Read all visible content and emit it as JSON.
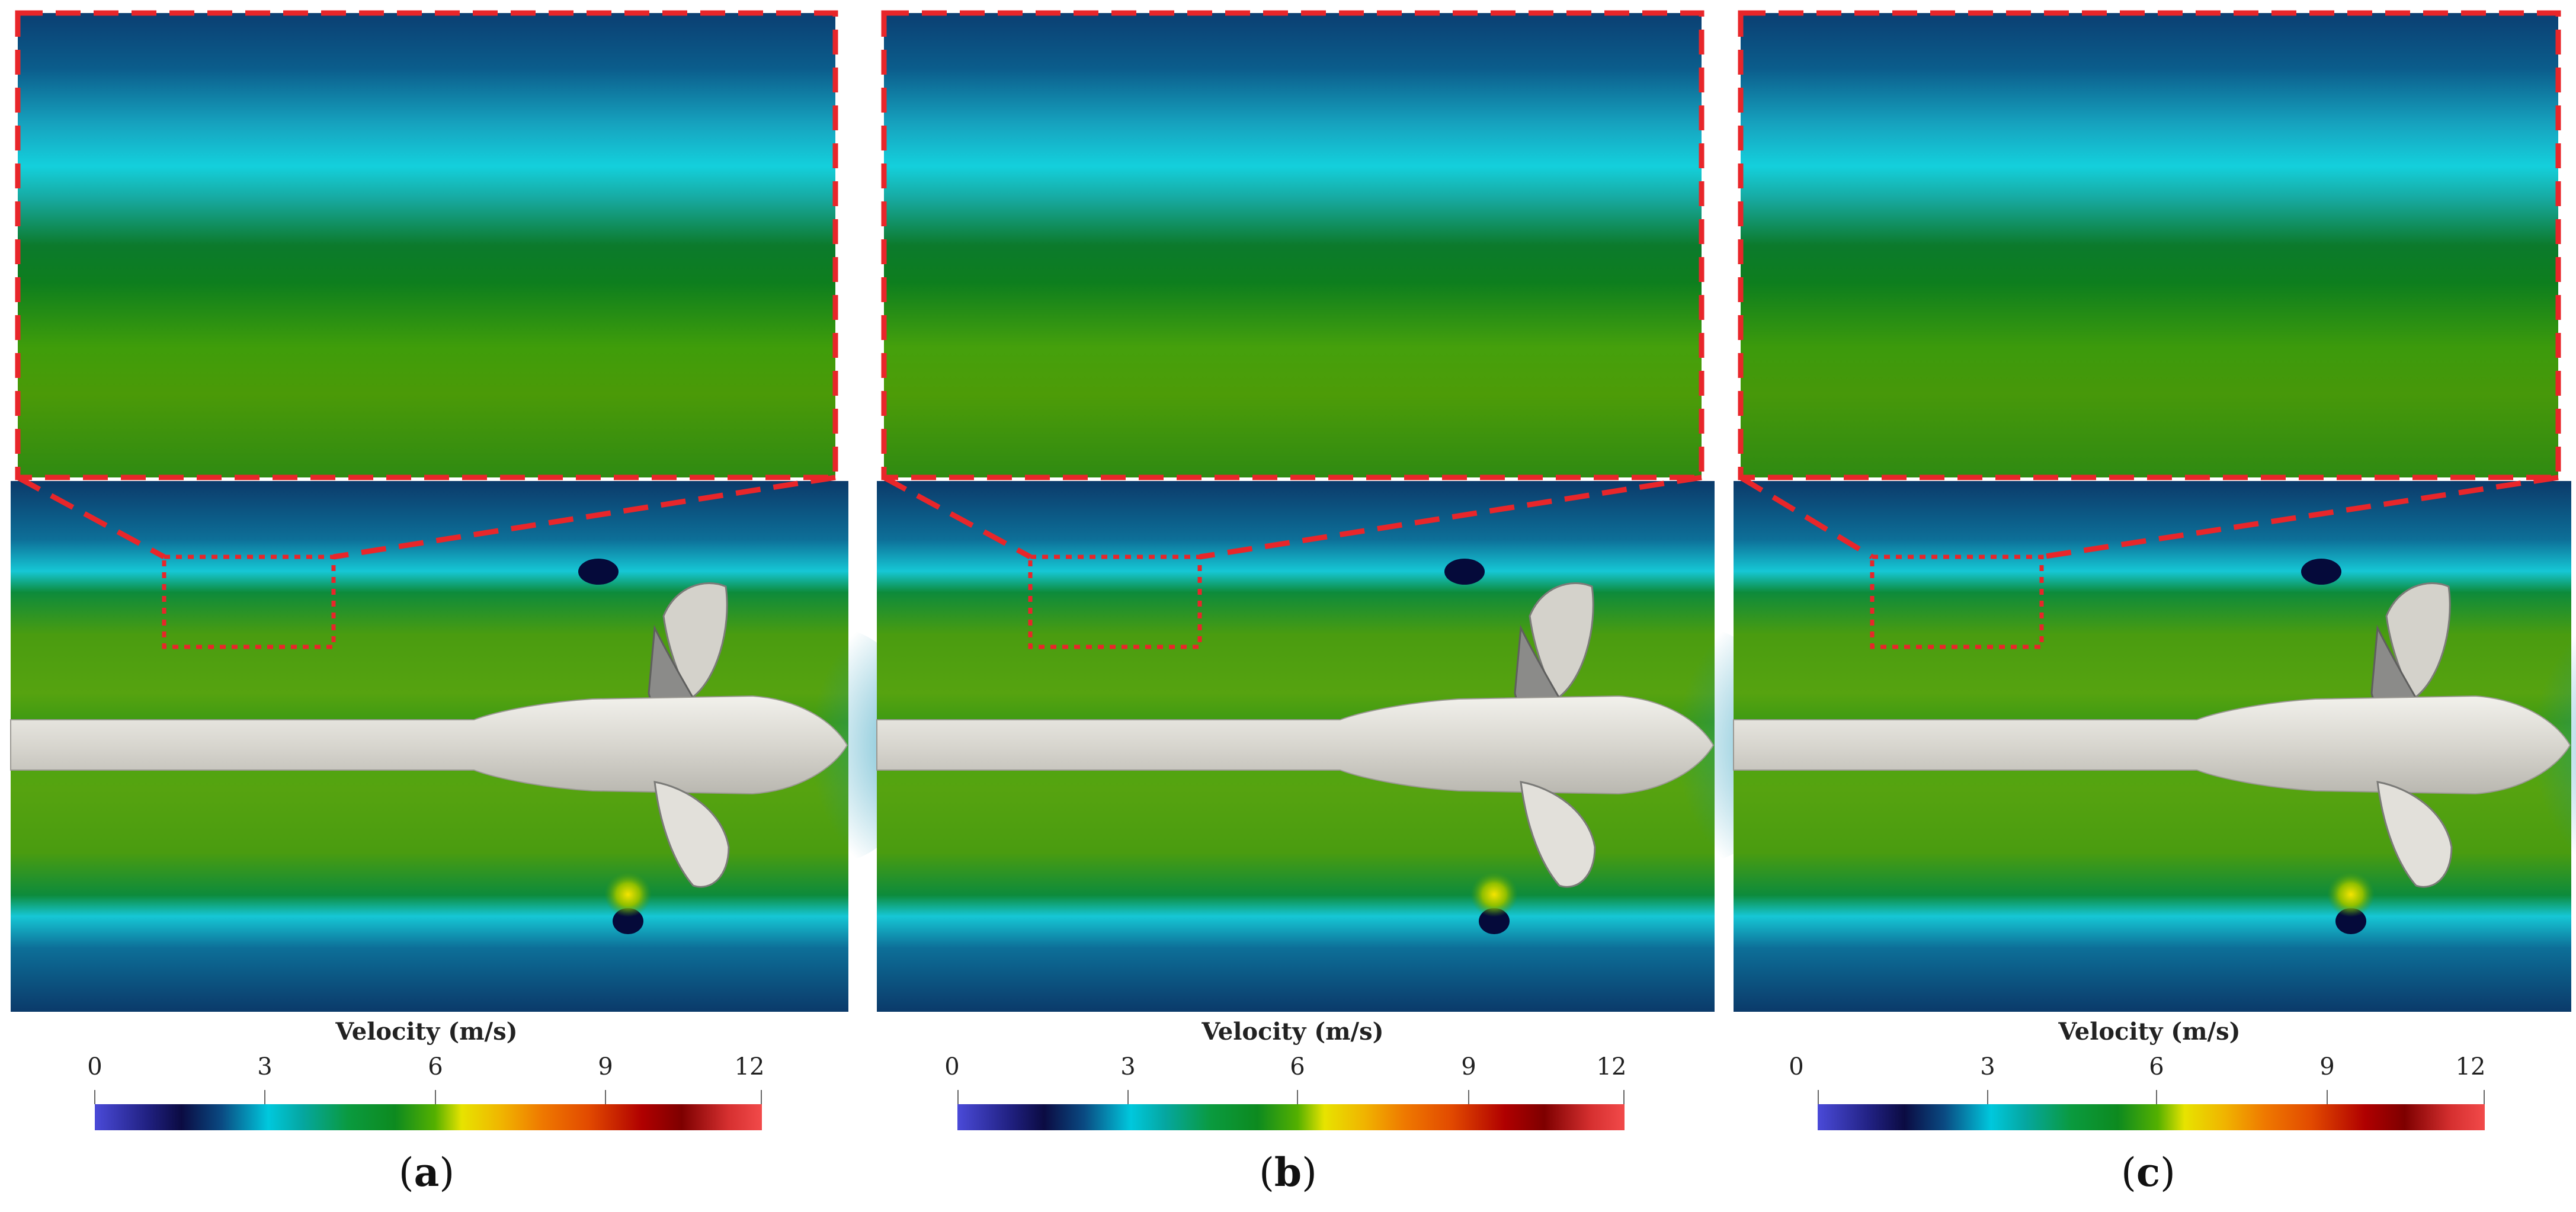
{
  "panels": [
    {
      "id": "a",
      "colorbar_title": "Velocity (m/s)",
      "ticks": [
        "0",
        "3",
        "6",
        "9",
        "12"
      ],
      "caption_open": "(",
      "caption_letter": "a",
      "caption_close": ")"
    },
    {
      "id": "b",
      "colorbar_title": "Velocity (m/s)",
      "ticks": [
        "0",
        "3",
        "6",
        "9",
        "12"
      ],
      "caption_open": "(",
      "caption_letter": "b",
      "caption_close": ")"
    },
    {
      "id": "c",
      "colorbar_title": "Velocity (m/s)",
      "ticks": [
        "0",
        "3",
        "6",
        "9",
        "12"
      ],
      "caption_open": "(",
      "caption_letter": "c",
      "caption_close": ")"
    }
  ],
  "colorbar": {
    "min": 0,
    "max": 12,
    "unit": "m/s"
  },
  "colors": {
    "highlight_dash": "#e8262a",
    "background_far": "#063a6c",
    "shear_layer": "#13c9d6",
    "wake_core": "#3c9a0a",
    "hull": "#e8e6e0"
  }
}
